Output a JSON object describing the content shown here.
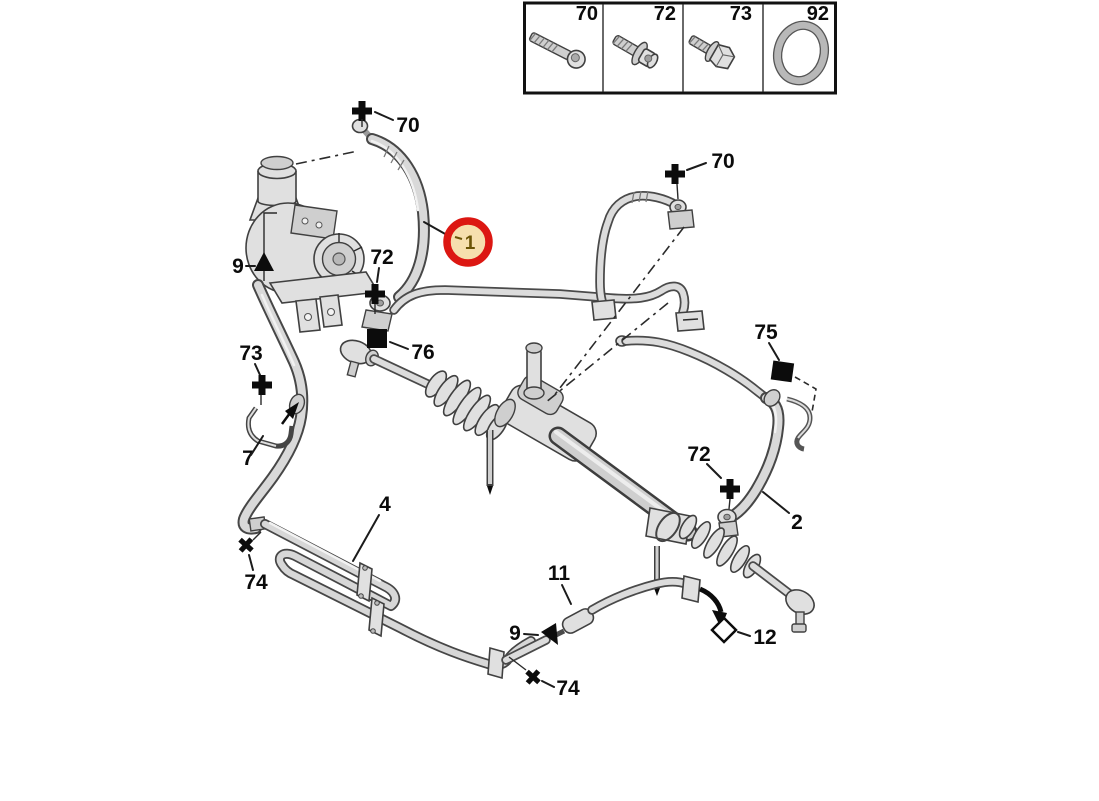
{
  "legend": {
    "items": [
      {
        "label": "70",
        "part": "long-socket-screw"
      },
      {
        "label": "72",
        "part": "flanged-screw"
      },
      {
        "label": "73",
        "part": "hex-flange-bolt"
      },
      {
        "label": "92",
        "part": "o-ring"
      }
    ]
  },
  "callouts": {
    "t1": "1",
    "t2": "2",
    "t4": "4",
    "t7": "7",
    "t9_left": "9",
    "t9_bottom": "9",
    "t11": "11",
    "t12": "12",
    "t70_top": "70",
    "t70_right": "70",
    "t72_left": "72",
    "t72_right": "72",
    "t73": "73",
    "t74_left": "74",
    "t74_bottom": "74",
    "t75": "75",
    "t76": "76"
  },
  "highlight": {
    "label": "1",
    "ring_color": "#dc1712",
    "fill_color": "#f6dfae",
    "text_color": "#6b5405"
  }
}
